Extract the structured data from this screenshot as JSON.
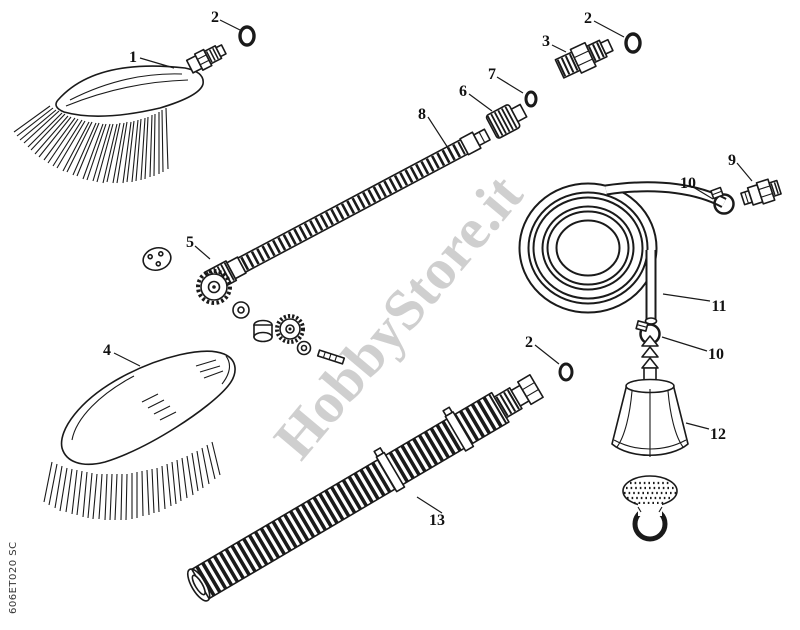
{
  "diagram": {
    "watermark": "HobbyStore.it",
    "part_code": "606ET020 SC",
    "ink_color": "#1a1a1a",
    "watermark_color": "#a9a9a9"
  },
  "callouts": [
    {
      "label": "1"
    },
    {
      "label": "2"
    },
    {
      "label": "3"
    },
    {
      "label": "2"
    },
    {
      "label": "7"
    },
    {
      "label": "6"
    },
    {
      "label": "8"
    },
    {
      "label": "9"
    },
    {
      "label": "10"
    },
    {
      "label": "5"
    },
    {
      "label": "11"
    },
    {
      "label": "10"
    },
    {
      "label": "2"
    },
    {
      "label": "4"
    },
    {
      "label": "12"
    },
    {
      "label": "13"
    }
  ]
}
